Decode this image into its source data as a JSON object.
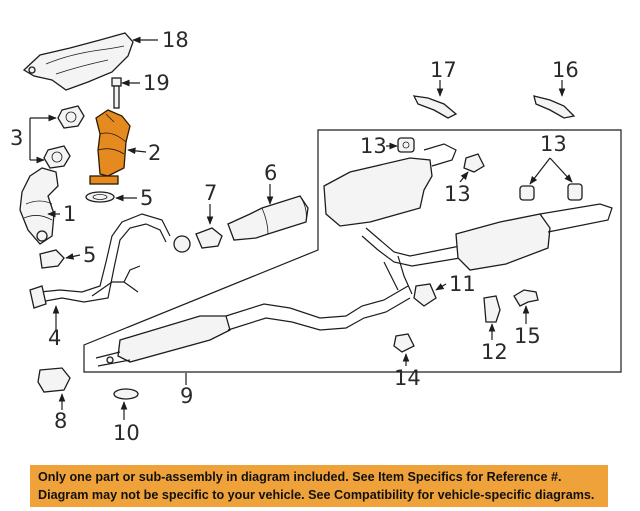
{
  "callouts": [
    "18",
    "19",
    "3",
    "2",
    "5",
    "1",
    "5",
    "4",
    "7",
    "6",
    "8",
    "10",
    "9",
    "17",
    "16",
    "13",
    "13",
    "13",
    "11",
    "12",
    "15",
    "14"
  ],
  "highlight_color": "#e58a1f",
  "banner_color": "#f0a23a",
  "disclaimer": {
    "line1": "Only one part or sub-assembly in diagram included. See Item Specifics for Reference #.",
    "line2": "Diagram may not be specific to your vehicle. See Compatibility for vehicle-specific diagrams."
  }
}
